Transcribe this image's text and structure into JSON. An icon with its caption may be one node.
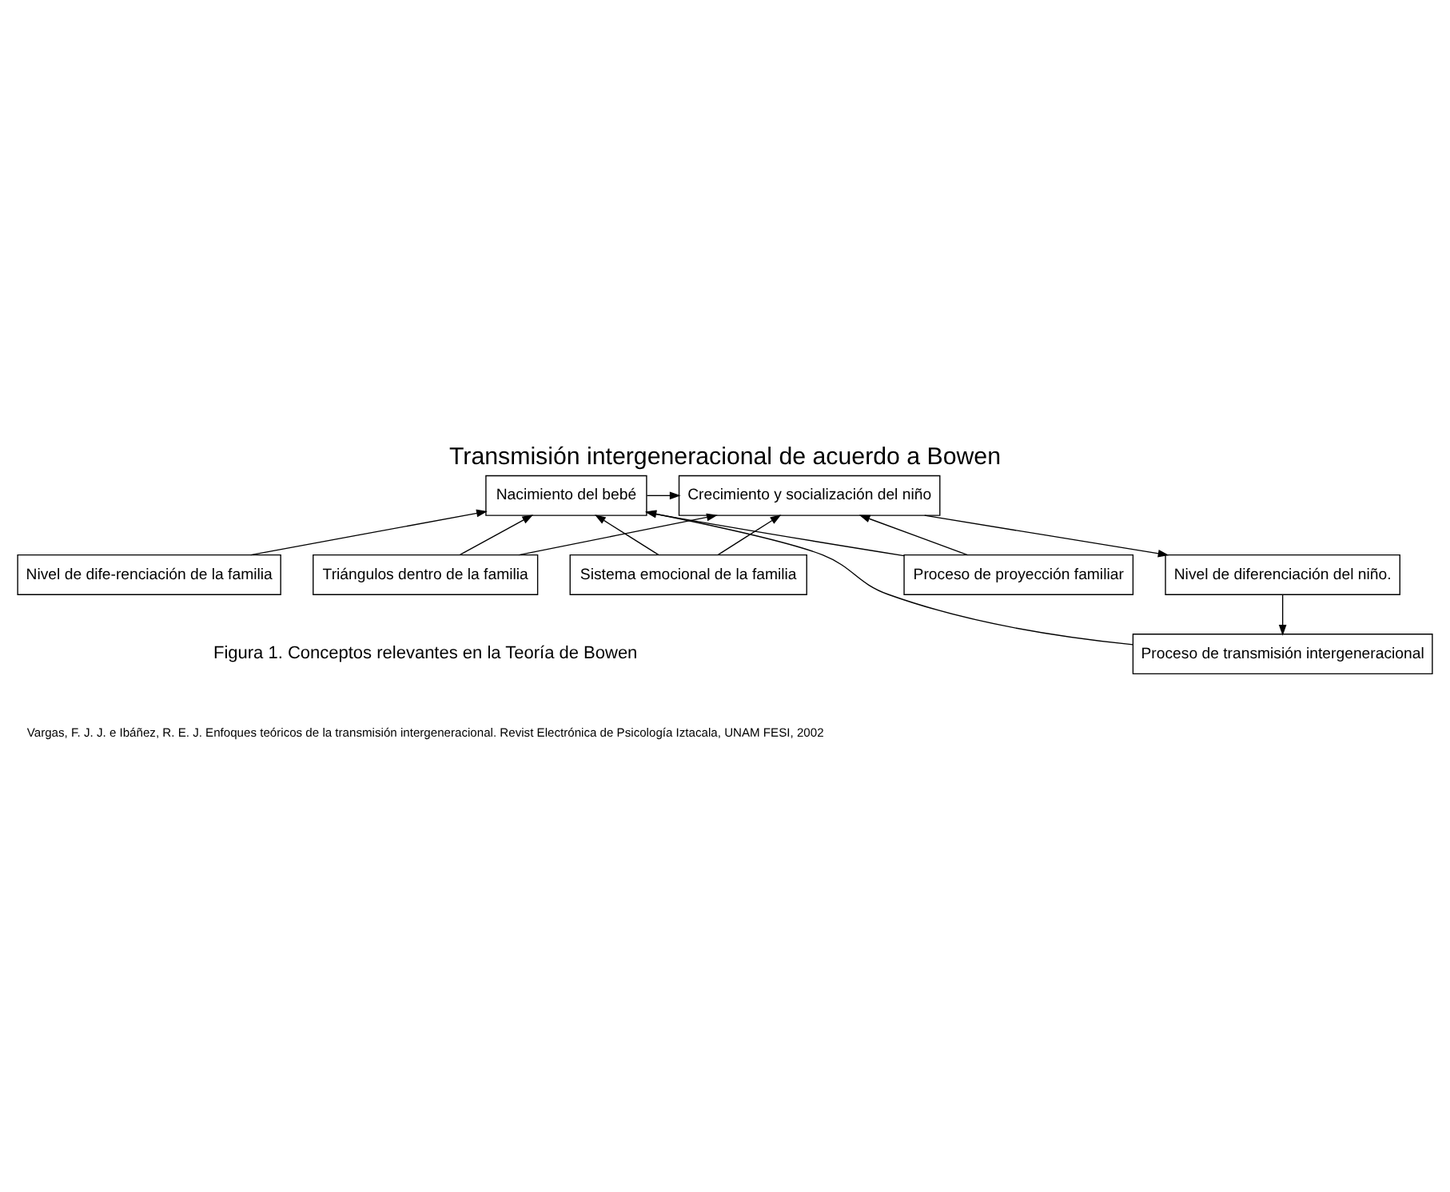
{
  "diagram": {
    "title": "Transmisión intergeneracional de acuerdo a Bowen",
    "caption": "Figura 1. Conceptos relevantes en la Teoría de Bowen",
    "nodes": [
      {
        "text": [
          "Nacimiento del bebé"
        ]
      },
      {
        "text": [
          "Crecimiento y socialización del niño"
        ]
      },
      {
        "text": [
          "Nivel de diferenciación del niño."
        ]
      },
      {
        "text": [
          "Proceso de transmisión intergeneracional"
        ]
      },
      {
        "text": [
          "Nivel de dife-renciación de la familia"
        ]
      },
      {
        "text": [
          "Sistema emocional de la familia"
        ]
      },
      {
        "text": [
          "Proceso de proyección familiar"
        ]
      },
      {
        "text": [
          "Triángulos dentro de la familia"
        ]
      }
    ],
    "edges": [
      {
        "from": 0,
        "to": 1,
        "arrow": "to"
      },
      {
        "from": 1,
        "to": 2,
        "arrow": "to"
      },
      {
        "from": 2,
        "to": 3,
        "arrow": "to"
      },
      {
        "from": 3,
        "to": 0,
        "arrow": "to"
      },
      {
        "from": 4,
        "to": 0,
        "arrow": "to"
      },
      {
        "from": 5,
        "to": 0,
        "arrow": "to"
      },
      {
        "from": 5,
        "to": 1,
        "arrow": "to"
      },
      {
        "from": 6,
        "to": 0,
        "arrow": "to"
      },
      {
        "from": 6,
        "to": 1,
        "arrow": "to"
      },
      {
        "from": 7,
        "to": 0,
        "arrow": "to"
      },
      {
        "from": 7,
        "to": 1,
        "arrow": "to"
      }
    ],
    "labels": [
      "Vargas, F. J. J. e Ibáñez, R. E. J. Enfoques teóricos de la transmisión intergeneracional. Revist Electrónica de Psicología Iztacala, UNAM FESI, 2002"
    ]
  }
}
